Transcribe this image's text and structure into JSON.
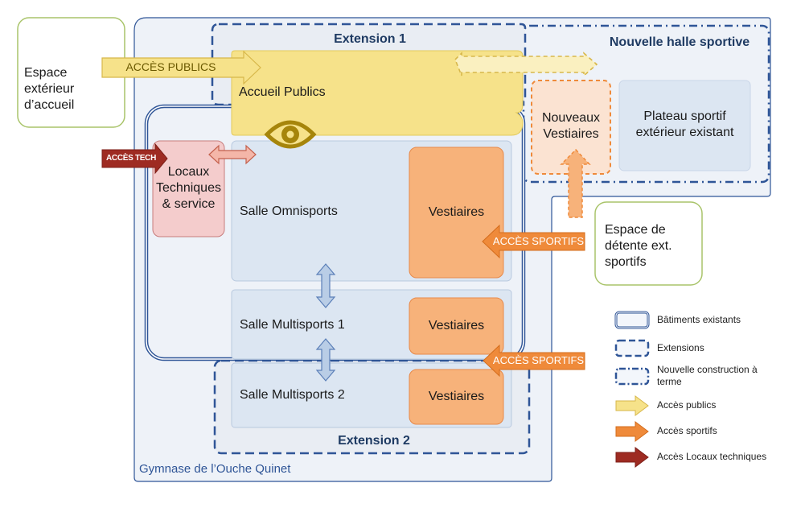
{
  "diagram": {
    "outer_building_label": "Gymnase de l’Ouche Quinet",
    "extension1_title": "Extension 1",
    "extension2_title": "Extension 2",
    "new_hall_title": "Nouvelle halle sportive",
    "espace_exterieur": "Espace extérieur d’accueil",
    "acces_publics": "ACCÈS PUBLICS",
    "accueil_publics": "Accueil Publics",
    "acces_tech": "ACCÈS TECH",
    "locaux_techniques": "Locaux Techniques & service",
    "salle_omnisports": "Salle Omnisports",
    "vestiaires_1": "Vestiaires",
    "salle_multisports_1": "Salle Multisports 1",
    "vestiaires_2": "Vestiaires",
    "salle_multisports_2": "Salle Multisports 2",
    "vestiaires_3": "Vestiaires",
    "nouveaux_vestiaires": "Nouveaux Vestiaires",
    "plateau_sportif": "Plateau sportif extérieur existant",
    "espace_detente": "Espace de détente ext. sportifs",
    "acces_sportifs_1": "ACCÈS SPORTIFS",
    "acces_sportifs_2": "ACCÈS SPORTIFS"
  },
  "legend": {
    "items": [
      {
        "label": "Bâtiments existants"
      },
      {
        "label": "Extensions"
      },
      {
        "label": "Nouvelle construction à terme"
      },
      {
        "label": "Accès publics"
      },
      {
        "label": "Accès sportifs"
      },
      {
        "label": "Accès Locaux techniques"
      }
    ]
  },
  "colors": {
    "blue_line": "#2f5597",
    "light_blue_fill": "#dbe5f1",
    "room_fill": "#dce6f2",
    "yellow_fill": "#f6e28a",
    "orange_fill": "#f7b27a",
    "orange_arrow": "#ef8a3a",
    "dark_red_arrow": "#a93226",
    "green_border": "#a9c46a"
  },
  "icons": [
    "eye-icon"
  ]
}
